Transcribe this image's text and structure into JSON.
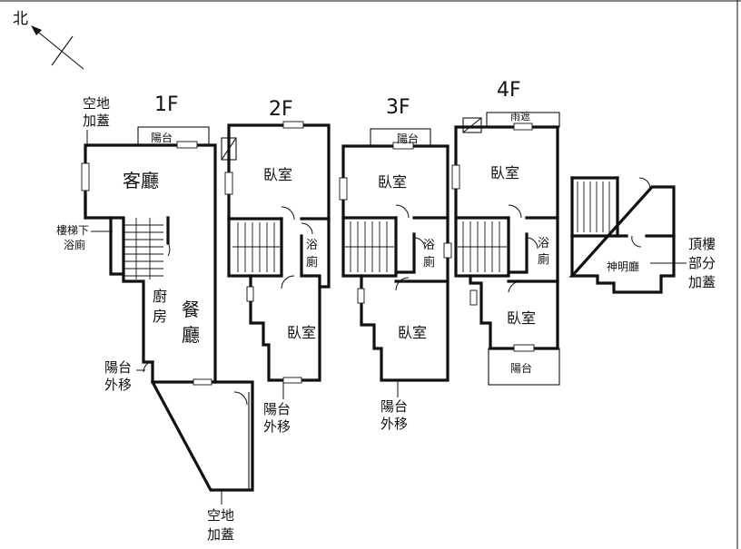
{
  "compass": {
    "north_label": "北",
    "icon": "north-arrow-icon"
  },
  "floors": {
    "f1": {
      "title": "1F",
      "rooms": {
        "living": "客廳",
        "kitchen_a": "廚",
        "kitchen_b": "房",
        "dining_a": "餐",
        "dining_b": "廳",
        "balcony": "陽台"
      }
    },
    "f2": {
      "title": "2F",
      "rooms": {
        "bedroom_top": "臥室",
        "bath_a": "浴",
        "bath_b": "廁",
        "bedroom_bottom": "臥室"
      }
    },
    "f3": {
      "title": "3F",
      "rooms": {
        "balcony": "陽台",
        "bedroom_top": "臥室",
        "bath_a": "浴",
        "bath_b": "廁",
        "bedroom_bottom": "臥室"
      }
    },
    "f4": {
      "title": "4F",
      "rooms": {
        "rain_shelter": "雨遮",
        "bedroom_top": "臥室",
        "bath_a": "浴",
        "bath_b": "廁",
        "bedroom_bottom": "臥室",
        "balcony": "陽台"
      }
    },
    "roof": {
      "rooms": {
        "shrine": "神明廳"
      }
    }
  },
  "annotations": {
    "empty_lot_top": [
      "空地",
      "加蓋"
    ],
    "under_stair": [
      "樓梯下",
      "浴廁"
    ],
    "balcony_moved_1f": [
      "陽台",
      "外移"
    ],
    "balcony_moved_2f": [
      "陽台",
      "外移"
    ],
    "balcony_moved_3f": [
      "陽台",
      "外移"
    ],
    "empty_lot_bottom": [
      "空地",
      "加蓋"
    ],
    "roof_partial": [
      "頂樓",
      "部分",
      "加蓋"
    ]
  }
}
